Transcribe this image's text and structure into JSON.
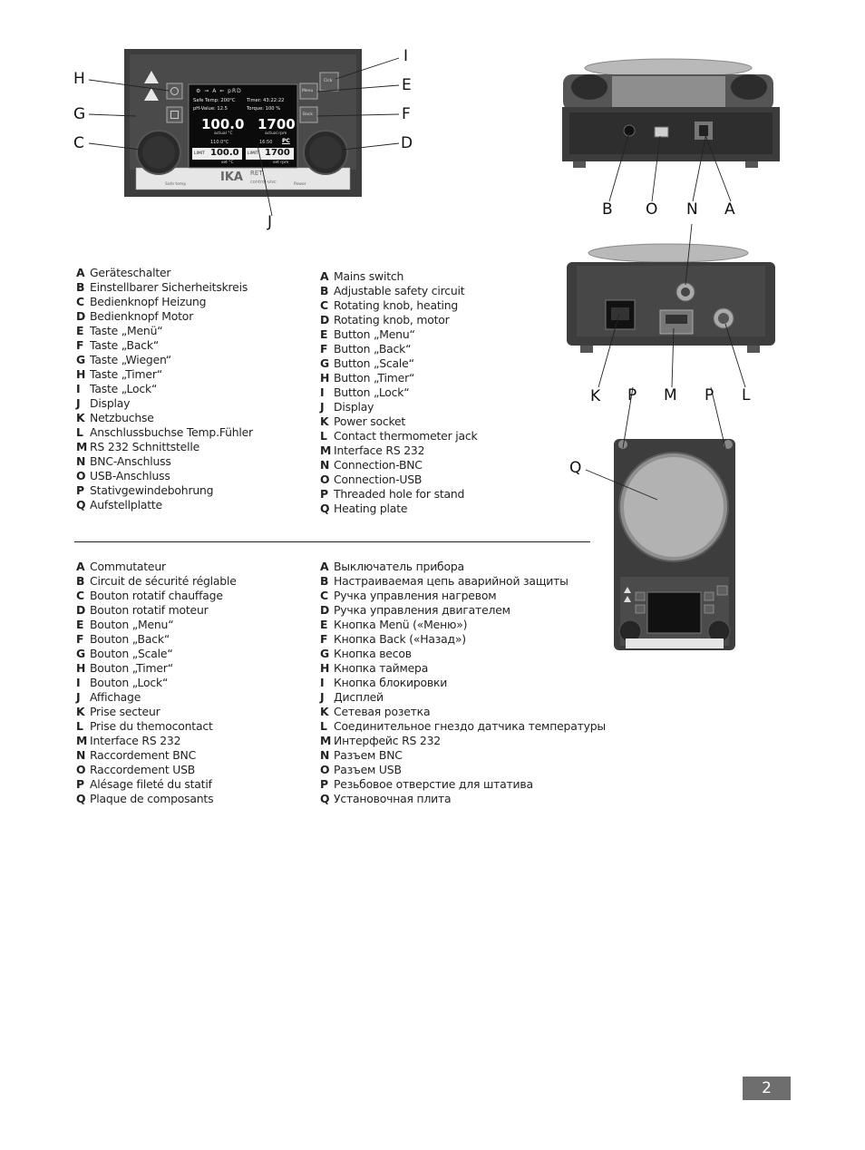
{
  "callouts": {
    "front": [
      "H",
      "G",
      "C",
      "I",
      "E",
      "F",
      "D",
      "J"
    ],
    "rear": [
      "B",
      "O",
      "N",
      "A"
    ],
    "side": [
      "K",
      "P",
      "M",
      "P",
      "L"
    ],
    "top": [
      "Q"
    ]
  },
  "device": {
    "brand": "IKA",
    "model": "RET",
    "variant": "control-visc",
    "buttons": {
      "menu": "Menu",
      "back": "Back",
      "clock": "Clck"
    },
    "panel_labels": {
      "left": "Safe temp",
      "right": "Power"
    },
    "display": {
      "line1_left": "Safe Temp:  200°C",
      "line1_right": "Timer:  43:22:22",
      "line2_left": "pH-Value:  12.5",
      "line2_right": "Torque:  100 %",
      "temp_value": "100.0",
      "temp_unit": "actual °C",
      "speed_value": "1700",
      "speed_unit": "actual rpm",
      "temp_sub": "110.0°C",
      "speed_sub": "16:50",
      "pc_label": "PC",
      "limit_label": "LIMIT",
      "limit_temp": "100.0",
      "limit_temp_unit": "set °C",
      "limit_speed": "1700",
      "limit_speed_unit": "set rpm"
    }
  },
  "legend_de": [
    {
      "key": "A",
      "text": "Geräteschalter"
    },
    {
      "key": "B",
      "text": "Einstellbarer Sicherheitskreis"
    },
    {
      "key": "C",
      "text": "Bedienknopf Heizung"
    },
    {
      "key": "D",
      "text": "Bedienknopf Motor"
    },
    {
      "key": "E",
      "text": "Taste „Menü“"
    },
    {
      "key": "F",
      "text": "Taste „Back“"
    },
    {
      "key": "G",
      "text": "Taste „Wiegen“"
    },
    {
      "key": "H",
      "text": "Taste „Timer“"
    },
    {
      "key": "I",
      "text": "Taste „Lock“"
    },
    {
      "key": "J",
      "text": "Display"
    },
    {
      "key": "K",
      "text": "Netzbuchse"
    },
    {
      "key": "L",
      "text": "Anschlussbuchse Temp.Fühler"
    },
    {
      "key": "M",
      "text": "RS 232 Schnittstelle"
    },
    {
      "key": "N",
      "text": "BNC-Anschluss"
    },
    {
      "key": "O",
      "text": "USB-Anschluss"
    },
    {
      "key": "P",
      "text": "Stativgewindebohrung"
    },
    {
      "key": "Q",
      "text": "Aufstellplatte"
    }
  ],
  "legend_en": [
    {
      "key": "A",
      "text": "Mains switch"
    },
    {
      "key": "B",
      "text": "Adjustable safety circuit"
    },
    {
      "key": "C",
      "text": "Rotating knob, heating"
    },
    {
      "key": "D",
      "text": "Rotating knob, motor"
    },
    {
      "key": "E",
      "text": "Button „Menu“"
    },
    {
      "key": "F",
      "text": "Button „Back“"
    },
    {
      "key": "G",
      "text": "Button „Scale“"
    },
    {
      "key": "H",
      "text": "Button „Timer“"
    },
    {
      "key": "I",
      "text": "Button „Lock“"
    },
    {
      "key": "J",
      "text": "Display"
    },
    {
      "key": "K",
      "text": "Power socket"
    },
    {
      "key": "L",
      "text": "Contact thermometer jack"
    },
    {
      "key": "M",
      "text": "Interface RS 232"
    },
    {
      "key": "N",
      "text": "Connection-BNC"
    },
    {
      "key": "O",
      "text": "Connection-USB"
    },
    {
      "key": "P",
      "text": "Threaded hole for stand"
    },
    {
      "key": "Q",
      "text": "Heating plate"
    }
  ],
  "legend_fr": [
    {
      "key": "A",
      "text": "Commutateur"
    },
    {
      "key": "B",
      "text": "Circuit de sécurité réglable"
    },
    {
      "key": "C",
      "text": "Bouton rotatif chauffage"
    },
    {
      "key": "D",
      "text": "Bouton rotatif moteur"
    },
    {
      "key": "E",
      "text": "Bouton „Menu“"
    },
    {
      "key": "F",
      "text": "Bouton „Back“"
    },
    {
      "key": "G",
      "text": "Bouton „Scale“"
    },
    {
      "key": "H",
      "text": "Bouton „Timer“"
    },
    {
      "key": "I",
      "text": "Bouton „Lock“"
    },
    {
      "key": "J",
      "text": "Affichage"
    },
    {
      "key": "K",
      "text": "Prise secteur"
    },
    {
      "key": "L",
      "text": "Prise du themocontact"
    },
    {
      "key": "M",
      "text": "Interface RS 232"
    },
    {
      "key": "N",
      "text": "Raccordement BNC"
    },
    {
      "key": "O",
      "text": "Raccordement USB"
    },
    {
      "key": "P",
      "text": "Alésage fileté du statif"
    },
    {
      "key": "Q",
      "text": "Plaque de composants"
    }
  ],
  "legend_ru": [
    {
      "key": "A",
      "text": "Выключатель прибора"
    },
    {
      "key": "B",
      "text": "Настраиваемая цепь аварийной защиты"
    },
    {
      "key": "C",
      "text": "Ручка управления нагревом"
    },
    {
      "key": "D",
      "text": "Ручка управления двигателем"
    },
    {
      "key": "E",
      "text": "Кнопка Menü («Меню»)"
    },
    {
      "key": "F",
      "text": "Кнопка Back («Назад»)"
    },
    {
      "key": "G",
      "text": "Кнопка весов"
    },
    {
      "key": "H",
      "text": "Кнопка таймера"
    },
    {
      "key": "I",
      "text": "Кнопка блокировки"
    },
    {
      "key": "J",
      "text": "Дисплей"
    },
    {
      "key": "K",
      "text": "Сетевая розетка"
    },
    {
      "key": "L",
      "text": "Соединительное гнездо датчика температуры"
    },
    {
      "key": "M",
      "text": "Интерфейс RS 232"
    },
    {
      "key": "N",
      "text": "Разъем BNC"
    },
    {
      "key": "O",
      "text": "Разъем USB"
    },
    {
      "key": "P",
      "text": "Резьбовое отверстие для штатива"
    },
    {
      "key": "Q",
      "text": "Установочная плита"
    }
  ],
  "page_number": "2"
}
